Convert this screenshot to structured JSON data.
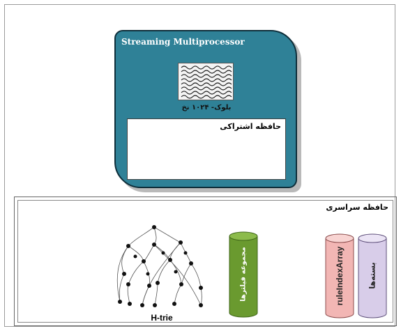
{
  "streaming_multiprocessor": {
    "title": "Streaming Multiprocessor",
    "block_label": "بلوک- ۱۰۲۴ نخ",
    "shared_memory_label": "حافظه اشتراکی"
  },
  "global_memory": {
    "label": "حافظه سراسری",
    "htrie_label": "H-trie",
    "filter_set_label": "مجموعه فیلترها",
    "rule_index_label": "ruleIndexArray",
    "packets_label": "بسته‌ها"
  },
  "colors": {
    "sm_fill": "#2f8197",
    "filter_cylinder": "#6a9a2f",
    "rule_cylinder": "#f2b6b4",
    "packets_cylinder": "#d8cde9"
  },
  "icons": [
    "warp-threads-icon",
    "h-trie-graph-icon",
    "cylinder-icon"
  ]
}
